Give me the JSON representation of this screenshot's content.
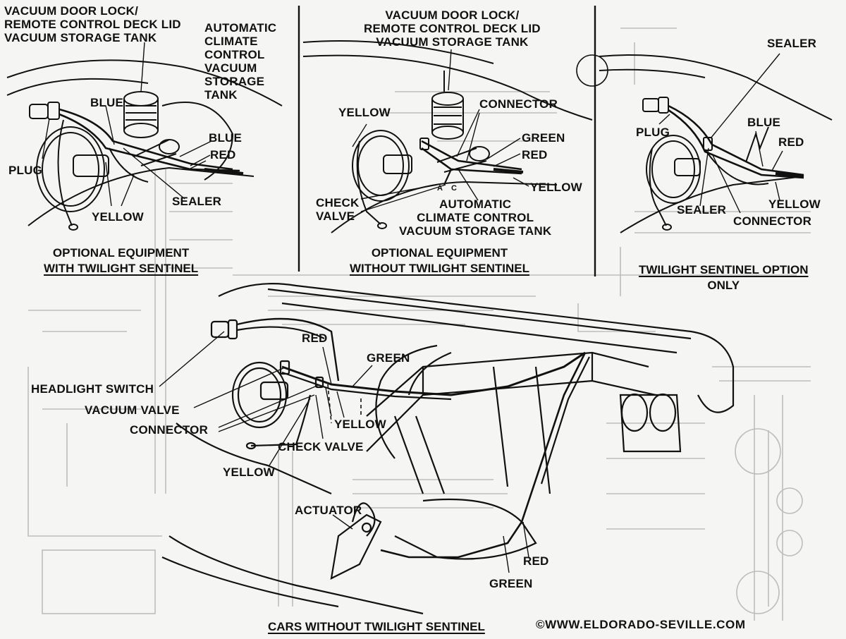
{
  "panels": {
    "top_left": {
      "caption": [
        "OPTIONAL EQUIPMENT",
        "WITH TWILIGHT SENTINEL"
      ],
      "labels": {
        "tank_title": [
          "VACUUM DOOR LOCK/",
          "REMOTE CONTROL DECK LID",
          "VACUUM STORAGE TANK"
        ],
        "climate_tank": [
          "AUTOMATIC",
          "CLIMATE",
          "CONTROL",
          "VACUUM",
          "STORAGE",
          "TANK"
        ],
        "blue_1": "BLUE",
        "blue_2": "BLUE",
        "red": "RED",
        "plug": "PLUG",
        "sealer": "SEALER",
        "yellow": "YELLOW"
      }
    },
    "top_middle": {
      "caption": [
        "OPTIONAL EQUIPMENT",
        "WITHOUT TWILIGHT SENTINEL"
      ],
      "labels": {
        "tank_title": [
          "VACUUM DOOR LOCK/",
          "REMOTE CONTROL DECK LID",
          "VACUUM STORAGE TANK"
        ],
        "connector": "CONNECTOR",
        "yellow_1": "YELLOW",
        "green": "GREEN",
        "red": "RED",
        "yellow_2": "YELLOW",
        "check_valve": [
          "CHECK",
          "VALVE"
        ],
        "climate_tank": [
          "AUTOMATIC",
          "CLIMATE CONTROL",
          "VACUUM  STORAGE TANK"
        ],
        "marker_a": "A",
        "marker_c": "C"
      }
    },
    "top_right": {
      "caption": [
        "TWILIGHT SENTINEL OPTION",
        "ONLY"
      ],
      "labels": {
        "sealer_1": "SEALER",
        "plug": "PLUG",
        "blue": "BLUE",
        "red": "RED",
        "sealer_2": "SEALER",
        "yellow": "YELLOW",
        "connector": "CONNECTOR"
      }
    },
    "bottom": {
      "caption": "CARS WITHOUT TWILIGHT SENTINEL",
      "labels": {
        "red_1": "RED",
        "green_1": "GREEN",
        "headlight_switch": "HEADLIGHT SWITCH",
        "vacuum_valve": "VACUUM VALVE",
        "connector": "CONNECTOR",
        "yellow_1": "YELLOW",
        "check_valve": "CHECK VALVE",
        "yellow_2": "YELLOW",
        "actuator": "ACTUATOR",
        "red_2": "RED",
        "green_2": "GREEN"
      }
    }
  },
  "watermark": "©WWW.ELDORADO-SEVILLE.COM",
  "colors": {
    "ink": "#111111",
    "paper": "#f5f5f3",
    "ghost": "#b9b9b9"
  }
}
